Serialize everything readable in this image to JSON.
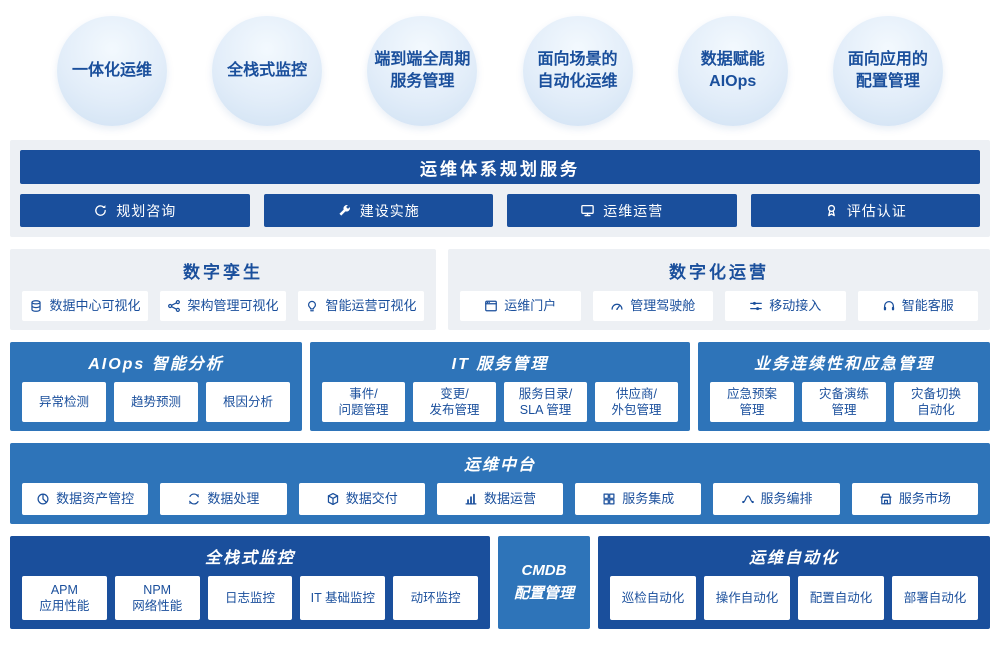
{
  "colors": {
    "navy": "#1a4f9c",
    "blue": "#2e74b9",
    "panel_gray": "#edf0f4",
    "text_blue": "#1a4f9c"
  },
  "badges": [
    {
      "label": "一体化运维"
    },
    {
      "label": "全栈式监控"
    },
    {
      "label": "端到端全周期\n服务管理"
    },
    {
      "label": "面向场景的\n自动化运维"
    },
    {
      "label": "数据赋能\nAIOps"
    },
    {
      "label": "面向应用的\n配置管理"
    }
  ],
  "planning": {
    "title": "运维体系规划服务",
    "items": [
      {
        "label": "规划咨询",
        "icon": "refresh-icon"
      },
      {
        "label": "建设实施",
        "icon": "wrench-icon"
      },
      {
        "label": "运维运营",
        "icon": "monitor-icon"
      },
      {
        "label": "评估认证",
        "icon": "medal-icon"
      }
    ]
  },
  "digital_twin": {
    "title": "数字孪生",
    "items": [
      {
        "label": "数据中心可视化",
        "icon": "database-icon"
      },
      {
        "label": "架构管理可视化",
        "icon": "topology-icon"
      },
      {
        "label": "智能运营可视化",
        "icon": "bulb-icon"
      }
    ]
  },
  "digital_operation": {
    "title": "数字化运营",
    "items": [
      {
        "label": "运维门户",
        "icon": "window-icon"
      },
      {
        "label": "管理驾驶舱",
        "icon": "gauge-icon"
      },
      {
        "label": "移动接入",
        "icon": "sliders-icon"
      },
      {
        "label": "智能客服",
        "icon": "headset-icon"
      }
    ]
  },
  "aiops": {
    "title": "AIOps 智能分析",
    "items": [
      {
        "label": "异常检测"
      },
      {
        "label": "趋势预测"
      },
      {
        "label": "根因分析"
      }
    ]
  },
  "itsm": {
    "title": "IT 服务管理",
    "items": [
      {
        "label": "事件/\n问题管理"
      },
      {
        "label": "变更/\n发布管理"
      },
      {
        "label": "服务目录/\nSLA 管理"
      },
      {
        "label": "供应商/\n外包管理"
      }
    ]
  },
  "continuity": {
    "title": "业务连续性和应急管理",
    "items": [
      {
        "label": "应急预案\n管理"
      },
      {
        "label": "灾备演练\n管理"
      },
      {
        "label": "灾备切换\n自动化"
      }
    ]
  },
  "platform": {
    "title": "运维中台",
    "items": [
      {
        "label": "数据资产管控",
        "icon": "pie-chart-icon"
      },
      {
        "label": "数据处理",
        "icon": "sync-icon"
      },
      {
        "label": "数据交付",
        "icon": "package-icon"
      },
      {
        "label": "数据运营",
        "icon": "bar-chart-icon"
      },
      {
        "label": "服务集成",
        "icon": "grid-icon"
      },
      {
        "label": "服务编排",
        "icon": "flow-icon"
      },
      {
        "label": "服务市场",
        "icon": "store-icon"
      }
    ]
  },
  "monitoring": {
    "title": "全栈式监控",
    "items": [
      {
        "label": "APM\n应用性能"
      },
      {
        "label": "NPM\n网络性能"
      },
      {
        "label": "日志监控"
      },
      {
        "label": "IT 基础监控"
      },
      {
        "label": "动环监控"
      }
    ]
  },
  "cmdb": {
    "title": "CMDB\n配置管理"
  },
  "automation": {
    "title": "运维自动化",
    "items": [
      {
        "label": "巡检自动化"
      },
      {
        "label": "操作自动化"
      },
      {
        "label": "配置自动化"
      },
      {
        "label": "部署自动化"
      }
    ]
  }
}
